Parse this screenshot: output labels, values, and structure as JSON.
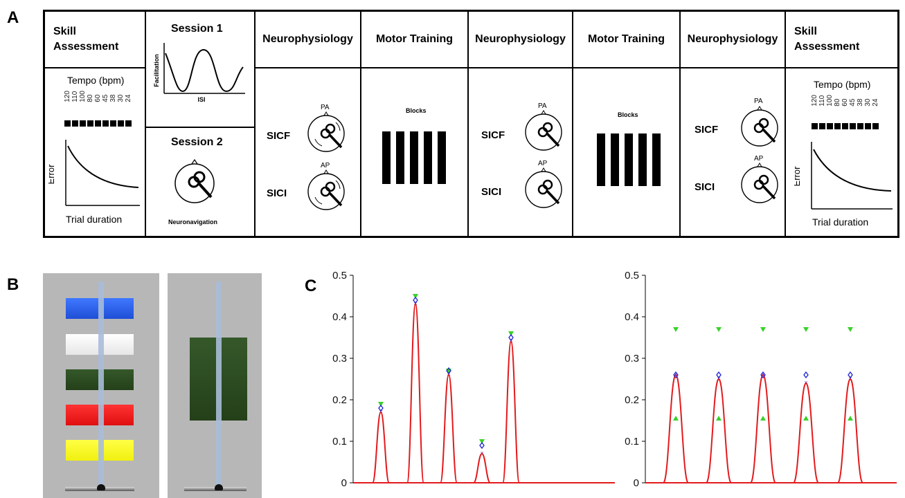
{
  "panel_labels": {
    "a": "A",
    "b": "B",
    "c": "C"
  },
  "timeline": {
    "columns": [
      {
        "title_line1": "Skill",
        "title_line2": "Assessment"
      },
      {
        "session1": "Session 1",
        "session2": "Session 2"
      },
      {
        "title": "Neurophysiology"
      },
      {
        "title": "Motor Training"
      },
      {
        "title": "Neurophysiology"
      },
      {
        "title": "Motor Training"
      },
      {
        "title": "Neurophysiology"
      },
      {
        "title_line1": "Skill",
        "title_line2": "Assessment"
      }
    ],
    "skill": {
      "tempo_label": "Tempo (bpm)",
      "tempos": [
        "120",
        "110",
        "100",
        "80",
        "60",
        "45",
        "38",
        "30",
        "24"
      ],
      "y_label": "Error",
      "x_label": "Trial duration"
    },
    "session1_plot": {
      "y_label": "Facilitation",
      "x_label": "ISI"
    },
    "session2_caption": "Neuronavigation",
    "neuro": {
      "sicf": "SICF",
      "sici": "SICI",
      "pa": "PA",
      "ap": "AP"
    },
    "training": {
      "blocks_label": "Blocks"
    }
  },
  "chart_data": [
    {
      "type": "line",
      "title": "",
      "xlabel": "",
      "ylabel": "",
      "ylim": [
        0,
        0.5
      ],
      "yticks": [
        "0",
        "0.1",
        "0.2",
        "0.3",
        "0.4",
        "0.5"
      ],
      "series": [
        {
          "values": [
            0.17,
            0.43,
            0.26,
            0.07,
            0.34
          ]
        },
        {
          "values": [
            0.19,
            0.45,
            0.27,
            0.1,
            0.36
          ]
        },
        {
          "values": [
            0.18,
            0.44,
            0.27,
            0.09,
            0.35
          ]
        }
      ],
      "colors": {
        "curve": "#e31a1c",
        "marker_top": "#39d12a",
        "marker_diamond": "#1c24d4"
      }
    },
    {
      "type": "line",
      "title": "",
      "xlabel": "",
      "ylabel": "",
      "ylim": [
        0,
        0.5
      ],
      "yticks": [
        "0",
        "0.1",
        "0.2",
        "0.3",
        "0.4",
        "0.5"
      ],
      "series": [
        {
          "values": [
            0.26,
            0.25,
            0.26,
            0.24,
            0.25
          ]
        },
        {
          "values": [
            0.37,
            0.37,
            0.37,
            0.37,
            0.37
          ]
        },
        {
          "values": [
            0.26,
            0.26,
            0.26,
            0.26,
            0.26
          ]
        },
        {
          "values": [
            0.155,
            0.155,
            0.155,
            0.155,
            0.155
          ]
        }
      ],
      "colors": {
        "curve": "#e31a1c",
        "marker_top": "#39d12a",
        "marker_diamond": "#1c24d4"
      }
    }
  ],
  "task_screens": {
    "left_bars": [
      "#2157e6",
      "#f8f8f8",
      "#2b4a1d",
      "#ff1717",
      "#ffff1e"
    ],
    "right_bar": "#2b4a1d"
  }
}
